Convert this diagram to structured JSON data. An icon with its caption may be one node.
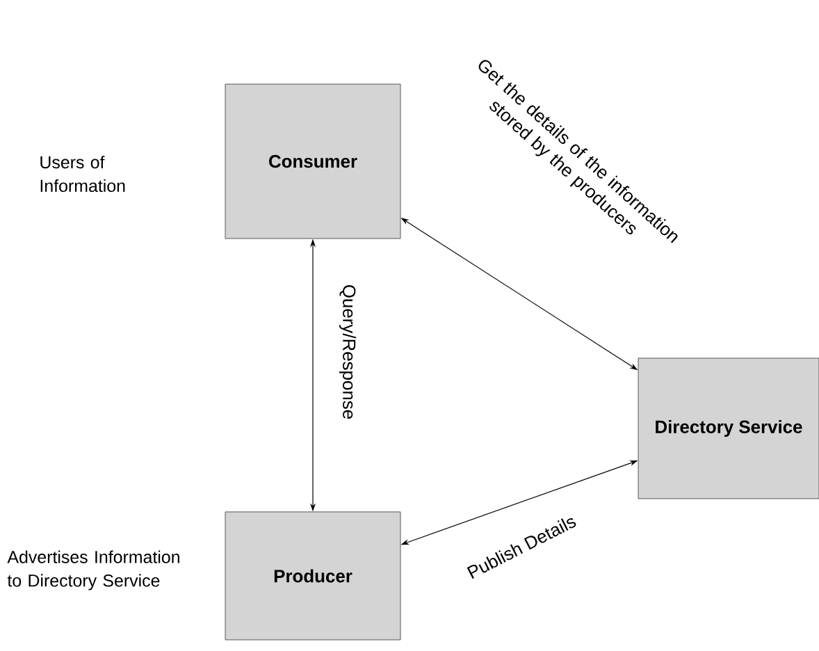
{
  "diagram": {
    "nodes": [
      {
        "text": [
          "Consumer"
        ]
      },
      {
        "text": [
          "Producer"
        ],
        "beside": [
          "Advertises Information to Directory Service"
        ]
      },
      {
        "text": [
          "Directory Service"
        ]
      }
    ],
    "labels": [
      "Users of Information"
    ],
    "edges": [
      {
        "from": 0,
        "to": 1,
        "arrow": "both",
        "label": "Query/Response"
      },
      {
        "from": 0,
        "to": 2,
        "arrow": "both",
        "label": "Get the details of the information stored by the producers"
      },
      {
        "from": 2,
        "to": 1,
        "arrow": "both",
        "label": "Publish Details"
      }
    ]
  }
}
